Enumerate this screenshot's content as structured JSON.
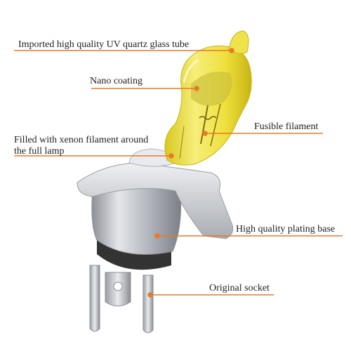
{
  "colors": {
    "leader": "#e8792a",
    "text": "#222222",
    "glass_yellow": "#efe24a",
    "metal": "#b9bcc2",
    "ring": "#333333"
  },
  "labels": {
    "uv_tube": "Imported high quality UV quartz glass tube",
    "nano": "Nano coating",
    "fusible": "Fusible filament",
    "xenon": "Filled with xenon filament around\nthe full lamp",
    "plating": "High quality plating base",
    "socket": "Original socket"
  }
}
